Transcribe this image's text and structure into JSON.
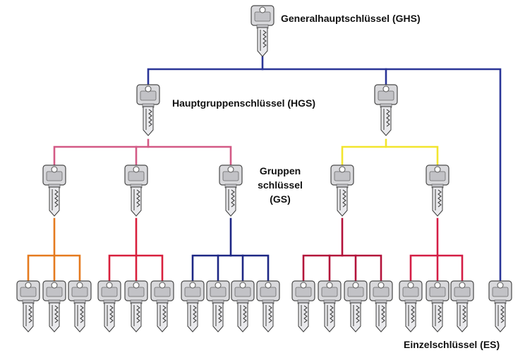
{
  "labels": {
    "ghs": "Generalhauptschlüssel (GHS)",
    "hgs": "Hauptgruppenschlüssel (HGS)",
    "gs_line1": "Gruppen",
    "gs_line2": "schlüssel",
    "gs_line3": "(GS)",
    "es": "Einzelschlüssel (ES)"
  },
  "colors": {
    "blue": "#2a3597",
    "pink": "#d35a86",
    "yellow": "#f2e52e",
    "orange": "#e57a1e",
    "red": "#d81f3c",
    "navy": "#1d2785",
    "crimson": "#b3123a",
    "red2": "#d41d45"
  },
  "hierarchy": {
    "ghs": {
      "name": "GHS",
      "children": [
        "hgs_1",
        "hgs_2",
        "es_single"
      ]
    },
    "hgs_1": {
      "name": "HGS",
      "children": [
        "gs_1",
        "gs_2",
        "gs_3"
      ]
    },
    "hgs_2": {
      "name": "HGS",
      "children": [
        "gs_4",
        "gs_5"
      ]
    },
    "gs_1": {
      "name": "GS",
      "children_count": 3
    },
    "gs_2": {
      "name": "GS",
      "children_count": 3
    },
    "gs_3": {
      "name": "GS",
      "children_count": 4
    },
    "gs_4": {
      "name": "GS",
      "children_count": 4
    },
    "gs_5": {
      "name": "GS",
      "children_count": 3
    },
    "es_single": {
      "name": "ES"
    }
  }
}
